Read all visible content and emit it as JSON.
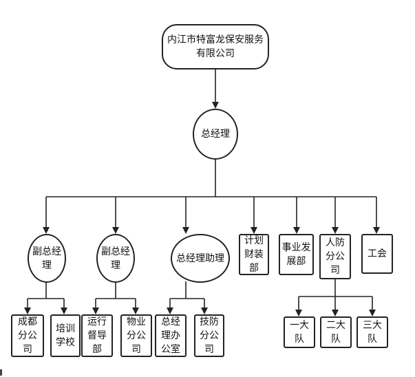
{
  "diagram": {
    "nodes": {
      "company": "内江市特富龙保安服务有限公司",
      "gm": "总经理",
      "deputy1": "副总经理",
      "deputy2": "副总经理",
      "assistant": "总经理助理",
      "plan": "计划财装部",
      "business": "事业发展部",
      "civil": "人防分公司",
      "union": "工会",
      "chengdu": "成都分公司",
      "training": "培训学校",
      "ops": "运行督导部",
      "property": "物业分公司",
      "gmoffice": "总经理办公室",
      "techdefense": "技防分公司",
      "team1": "一大队",
      "team2": "二大队",
      "team3": "三大队"
    },
    "line_color": "#222222"
  }
}
